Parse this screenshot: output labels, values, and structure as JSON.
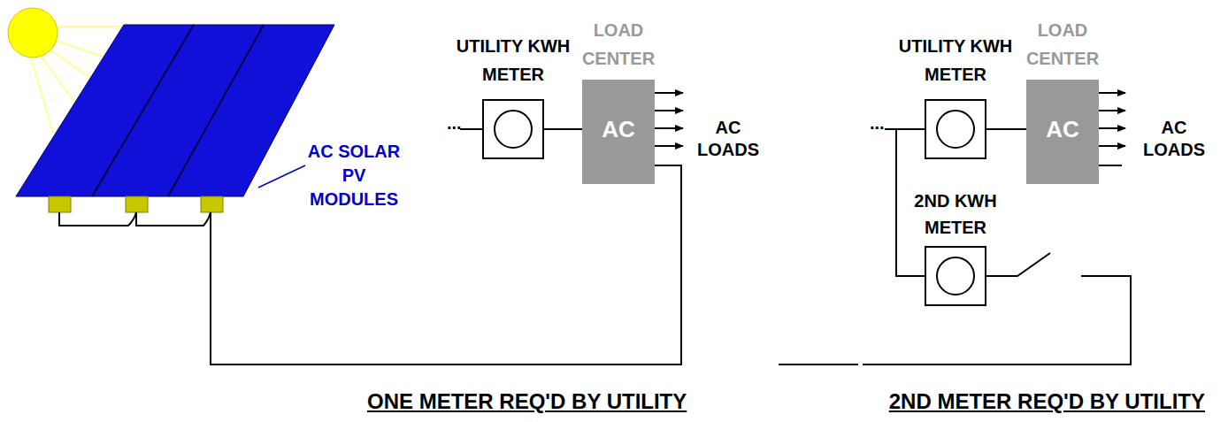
{
  "diagram": {
    "nodes": [
      {
        "text": [
          "AC SOLAR PV MODULES"
        ]
      },
      {
        "text": [
          "UTILITY KWH METER"
        ]
      },
      {
        "text": [
          "LOAD CENTER",
          "AC"
        ]
      },
      {
        "text": [
          "UTILITY KWH METER"
        ]
      },
      {
        "text": [
          "LOAD CENTER",
          "AC"
        ]
      },
      {
        "text": [
          "2ND KWH METER"
        ]
      }
    ],
    "edges": [
      {
        "from": 1,
        "to": 2,
        "arrow": "none"
      },
      {
        "from": 0,
        "to": 2,
        "arrow": "none"
      },
      {
        "from": 3,
        "to": 4,
        "arrow": "none"
      },
      {
        "from": 3,
        "to": 5,
        "arrow": "none"
      },
      {
        "from": 0,
        "to": 5,
        "arrow": "none"
      }
    ],
    "labels": [
      "...",
      "AC LOADS",
      "...",
      "AC LOADS",
      "ONE METER REQ'D BY UTILITY",
      "2ND METER REQ'D BY UTILITY"
    ]
  }
}
